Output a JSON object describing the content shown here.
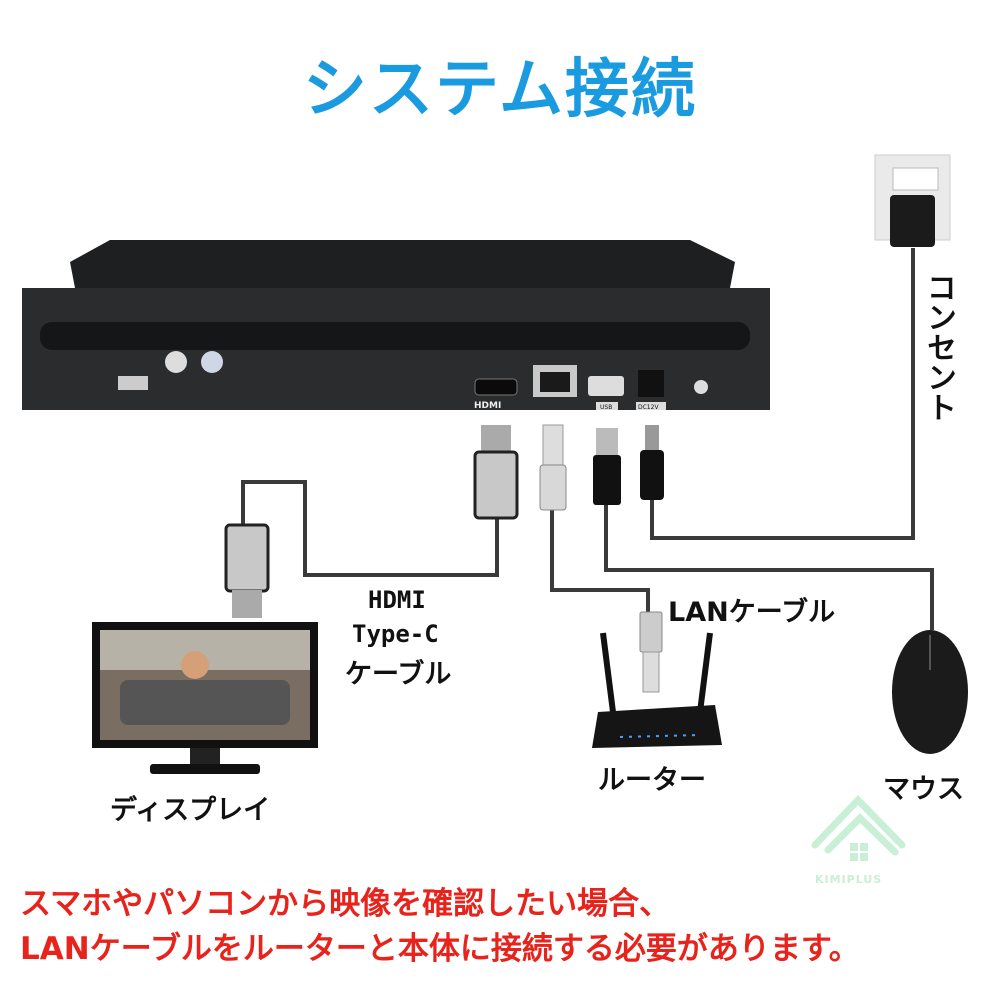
{
  "title": "システム接続",
  "device": {
    "port_labels": {
      "hdmi": "HDMI",
      "usb": "USB",
      "dc": "DC12V"
    }
  },
  "labels": {
    "outlet": "コンセント",
    "hdmi_cable": [
      "HDMI",
      "Type-C",
      "ケーブル"
    ],
    "lan_cable": "LANケーブル",
    "display": "ディスプレイ",
    "router": "ルーター",
    "mouse": "マウス"
  },
  "notice": [
    "スマホやパソコンから映像を確認したい場合、",
    "LANケーブルをルーターと本体に接続する必要があります。"
  ],
  "watermark": "KIMIPLUS",
  "colors": {
    "title": "#1a9be0",
    "notice": "#e8231c",
    "watermark": "#c9efd6",
    "device": "#2a2c2e"
  }
}
